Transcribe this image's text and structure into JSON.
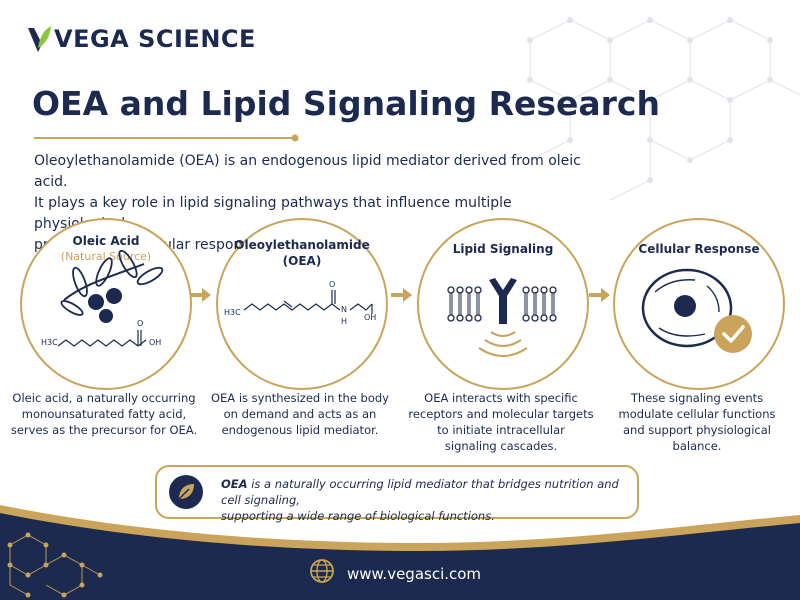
{
  "brand": {
    "name": "VEGA SCIENCE",
    "url": "www.vegasci.com"
  },
  "title": "OEA and Lipid Signaling Research",
  "intro": [
    "Oleoylethanolamide (OEA) is an endogenous lipid mediator derived from oleic acid.",
    "It plays a key role in lipid signaling pathways that influence multiple physiological",
    "processes and cellular responses."
  ],
  "steps": [
    {
      "title": "Oleic Acid",
      "subtitle": "(Natural Source)",
      "chem": {
        "left": "H3C",
        "top": "O",
        "right": "OH"
      },
      "desc": [
        "Oleic acid, a naturally occurring",
        "monounsaturated fatty acid,",
        "serves as the precursor for OEA."
      ]
    },
    {
      "title_lines": [
        "Oleoylethanolamide",
        "(OEA)"
      ],
      "chem": {
        "left": "H3C",
        "top": "O",
        "n": "N",
        "h": "H",
        "right": "OH"
      },
      "desc": [
        "OEA is synthesized in the body",
        "on demand and acts as an",
        "endogenous lipid mediator."
      ]
    },
    {
      "title": "Lipid Signaling",
      "desc": [
        "OEA interacts with specific",
        "receptors and molecular targets",
        "to initiate intracellular",
        "signaling cascades."
      ]
    },
    {
      "title": "Cellular Response",
      "desc": [
        "These signaling events",
        "modulate cellular functions",
        "and support physiological",
        "balance."
      ]
    }
  ],
  "callout": {
    "lead": "OEA",
    "line1": " is a naturally occurring lipid mediator that bridges nutrition and cell signaling,",
    "line2": "supporting a wide range of biological functions."
  },
  "colors": {
    "navy": "#1b2a4e",
    "gold": "#c9a45a",
    "green": "#8dc63f"
  }
}
